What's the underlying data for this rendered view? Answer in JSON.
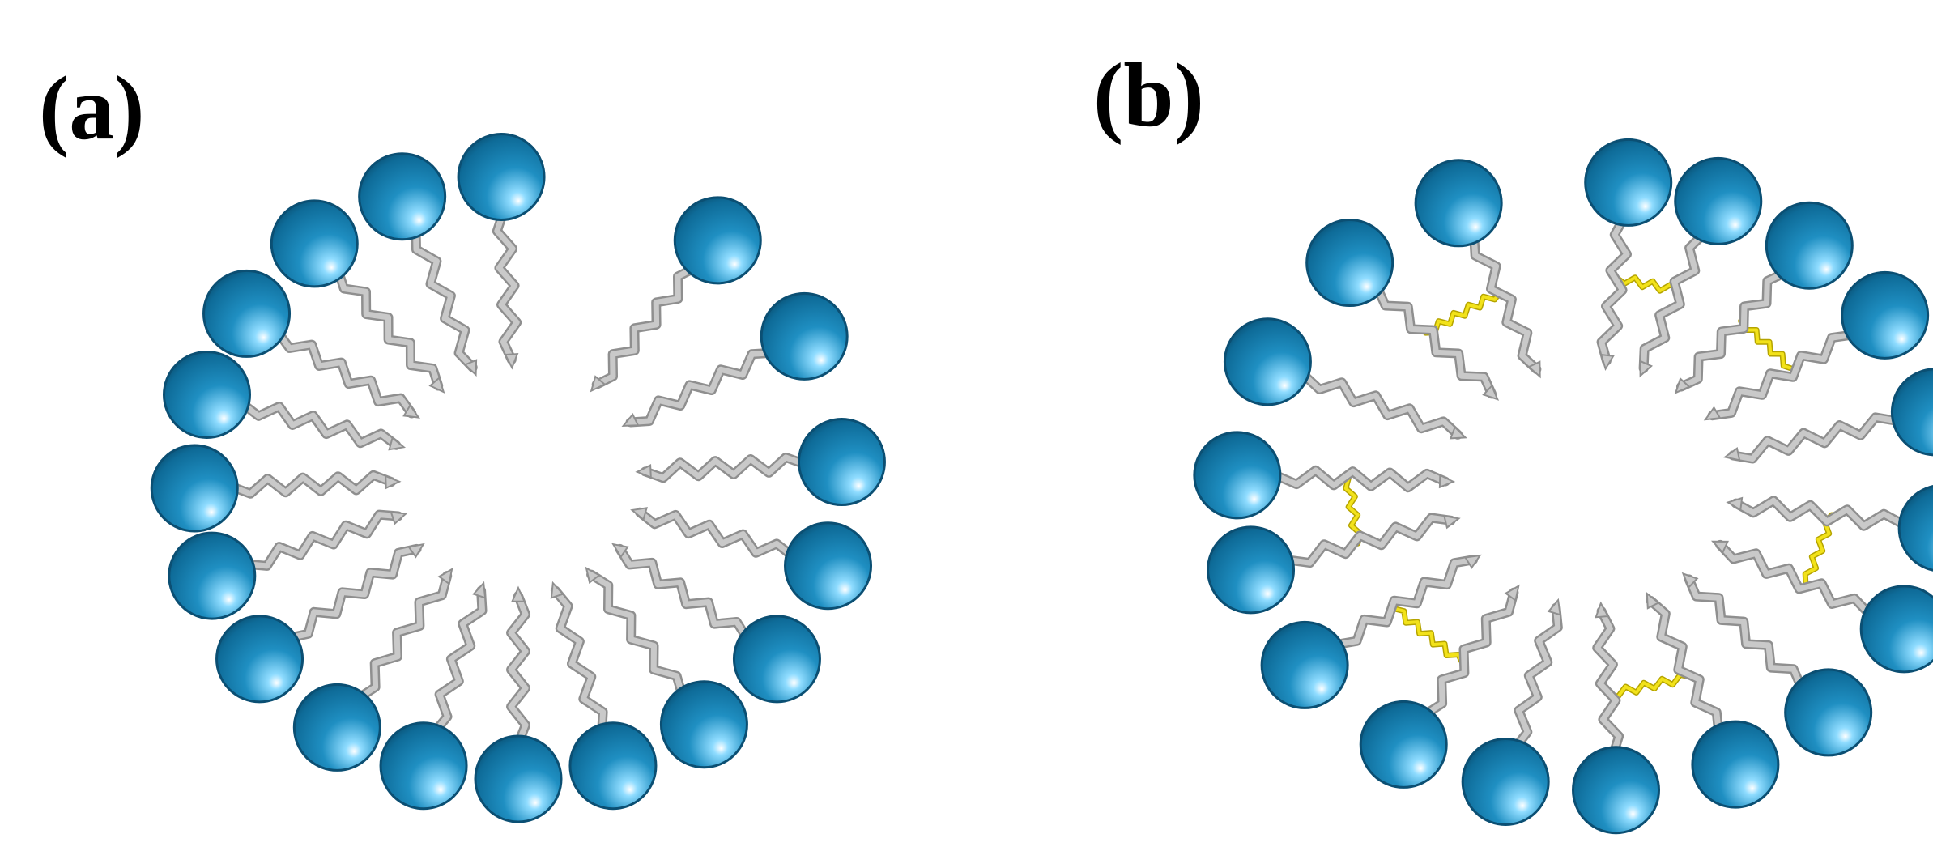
{
  "panels": [
    {
      "label": "(a)",
      "description_type": "micelle-uncrosslinked",
      "head_count": 18,
      "crosslink_count": 0
    },
    {
      "label": "(b)",
      "description_type": "micelle-crosslinked",
      "head_count": 18,
      "crosslink_count": 7
    }
  ],
  "colors": {
    "head_main": "#1f8fc2",
    "head_dark": "#0b4f73",
    "head_highlight": "#e8f8ff",
    "tail": "#c9c9c9",
    "tail_edge": "#8f8f8f",
    "crosslink": "#f2e21a",
    "crosslink_edge": "#b5a400",
    "background": "#ffffff"
  },
  "icons": {
    "head": "sphere-icon",
    "tail": "zigzag-chain-icon",
    "crosslink": "zigzag-bond-icon"
  }
}
